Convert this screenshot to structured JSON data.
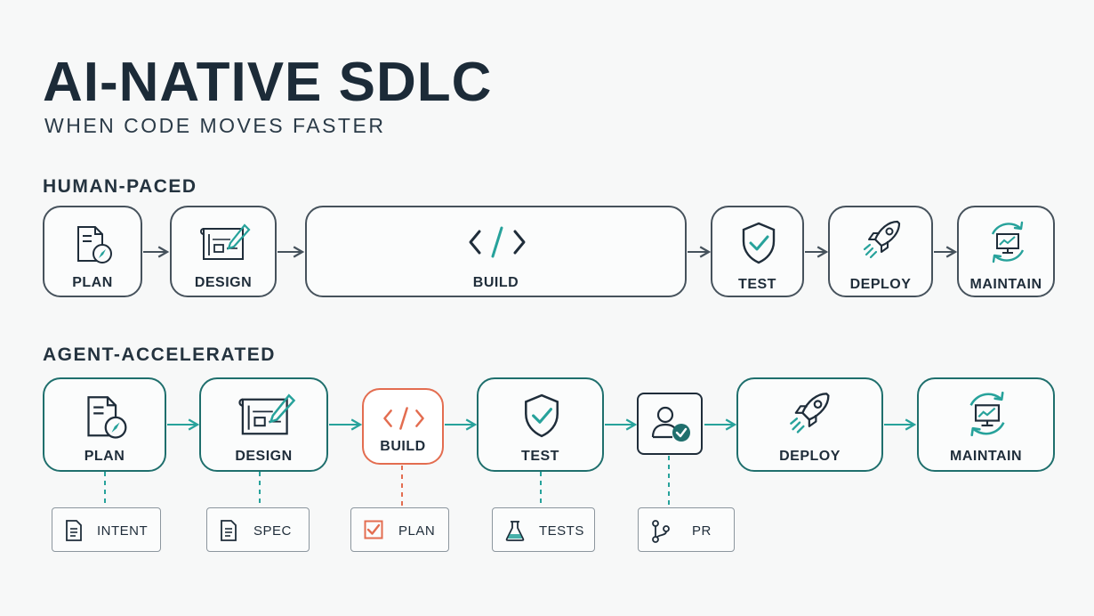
{
  "header": {
    "title": "AI-NATIVE SDLC",
    "subtitle": "WHEN CODE MOVES FASTER"
  },
  "human_paced": {
    "label": "HUMAN-PACED",
    "stages": [
      {
        "label": "PLAN",
        "icon": "plan-compass-icon"
      },
      {
        "label": "DESIGN",
        "icon": "blueprint-pencil-icon"
      },
      {
        "label": "BUILD",
        "icon": "code-brackets-icon"
      },
      {
        "label": "TEST",
        "icon": "shield-check-icon"
      },
      {
        "label": "DEPLOY",
        "icon": "rocket-icon"
      },
      {
        "label": "MAINTAIN",
        "icon": "monitor-cycle-icon"
      }
    ]
  },
  "agent_accelerated": {
    "label": "AGENT-ACCELERATED",
    "stages": [
      {
        "label": "PLAN",
        "icon": "plan-compass-icon"
      },
      {
        "label": "DESIGN",
        "icon": "blueprint-pencil-icon"
      },
      {
        "label": "BUILD",
        "icon": "code-brackets-icon"
      },
      {
        "label": "TEST",
        "icon": "shield-check-icon"
      },
      {
        "label": "",
        "icon": "user-approve-icon"
      },
      {
        "label": "DEPLOY",
        "icon": "rocket-icon"
      },
      {
        "label": "MAINTAIN",
        "icon": "monitor-cycle-icon"
      }
    ],
    "artifacts": [
      {
        "label": "INTENT",
        "icon": "document-icon"
      },
      {
        "label": "SPEC",
        "icon": "document-icon"
      },
      {
        "label": "PLAN",
        "icon": "checkbox-icon"
      },
      {
        "label": "TESTS",
        "icon": "flask-icon"
      },
      {
        "label": "PR",
        "icon": "git-branch-icon"
      }
    ]
  },
  "colors": {
    "dark": "#46525c",
    "teal": "#1f6f6d",
    "teal_light": "#27a29b",
    "orange": "#e36d50"
  }
}
